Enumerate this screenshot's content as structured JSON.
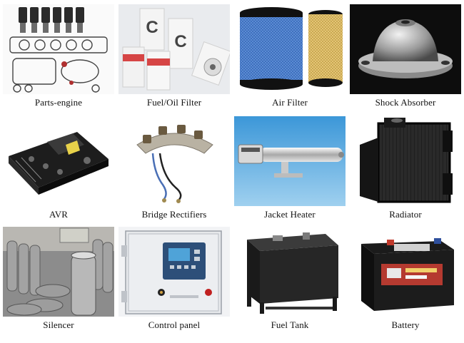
{
  "products": [
    {
      "label": "Parts-engine",
      "icon": "engine-parts-kit-icon"
    },
    {
      "label": "Fuel/Oil Filter",
      "icon": "fuel-oil-filter-icon"
    },
    {
      "label": "Air Filter",
      "icon": "air-filter-icon"
    },
    {
      "label": "Shock Absorber",
      "icon": "shock-absorber-icon"
    },
    {
      "label": "AVR",
      "icon": "avr-board-icon"
    },
    {
      "label": "Bridge Rectifiers",
      "icon": "bridge-rectifier-icon"
    },
    {
      "label": "Jacket Heater",
      "icon": "jacket-heater-icon"
    },
    {
      "label": "Radiator",
      "icon": "radiator-icon"
    },
    {
      "label": "Silencer",
      "icon": "silencer-icon"
    },
    {
      "label": "Control panel",
      "icon": "control-panel-icon"
    },
    {
      "label": "Fuel Tank",
      "icon": "fuel-tank-icon"
    },
    {
      "label": "Battery",
      "icon": "battery-icon"
    }
  ]
}
